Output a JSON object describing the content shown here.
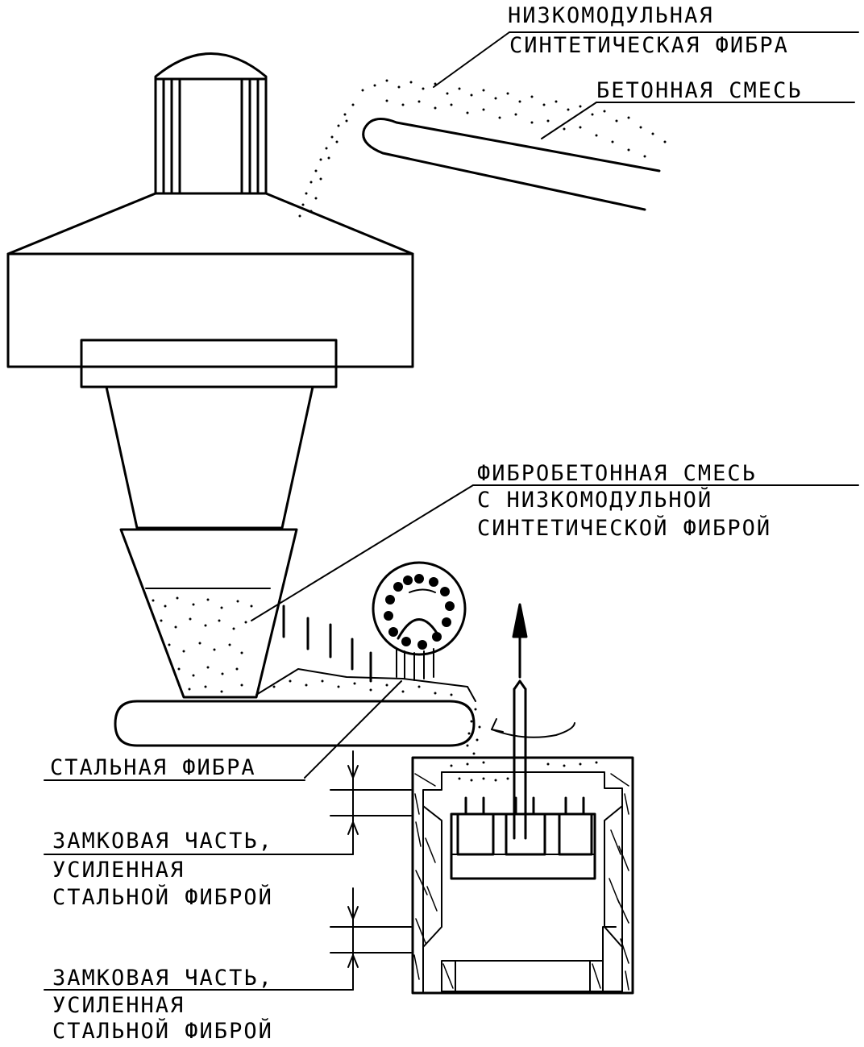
{
  "labels": {
    "synthetic_fiber_line1": "НИЗКОМОДУЛЬНАЯ",
    "synthetic_fiber_line2": "СИНТЕТИЧЕСКАЯ ФИБРА",
    "concrete_mix": "БЕТОННАЯ СМЕСЬ",
    "fiber_concrete_line1": "ФИБРОБЕТОННАЯ СМЕСЬ",
    "fiber_concrete_line2": "С НИЗКОМОДУЛЬНОЙ",
    "fiber_concrete_line3": "СИНТЕТИЧЕСКОЙ ФИБРОЙ",
    "steel_fiber": "СТАЛЬНАЯ ФИБРА",
    "lock_part_1_line1": "ЗАМКОВАЯ ЧАСТЬ,",
    "lock_part_1_line2": "УСИЛЕННАЯ",
    "lock_part_1_line3": "СТАЛЬНОЙ ФИБРОЙ",
    "lock_part_2_line1": "ЗАМКОВАЯ ЧАСТЬ,",
    "lock_part_2_line2": "УСИЛЕННАЯ",
    "lock_part_2_line3": "СТАЛЬНОЙ ФИБРОЙ"
  },
  "colors": {
    "ink": "#000000",
    "paper": "#ffffff"
  }
}
